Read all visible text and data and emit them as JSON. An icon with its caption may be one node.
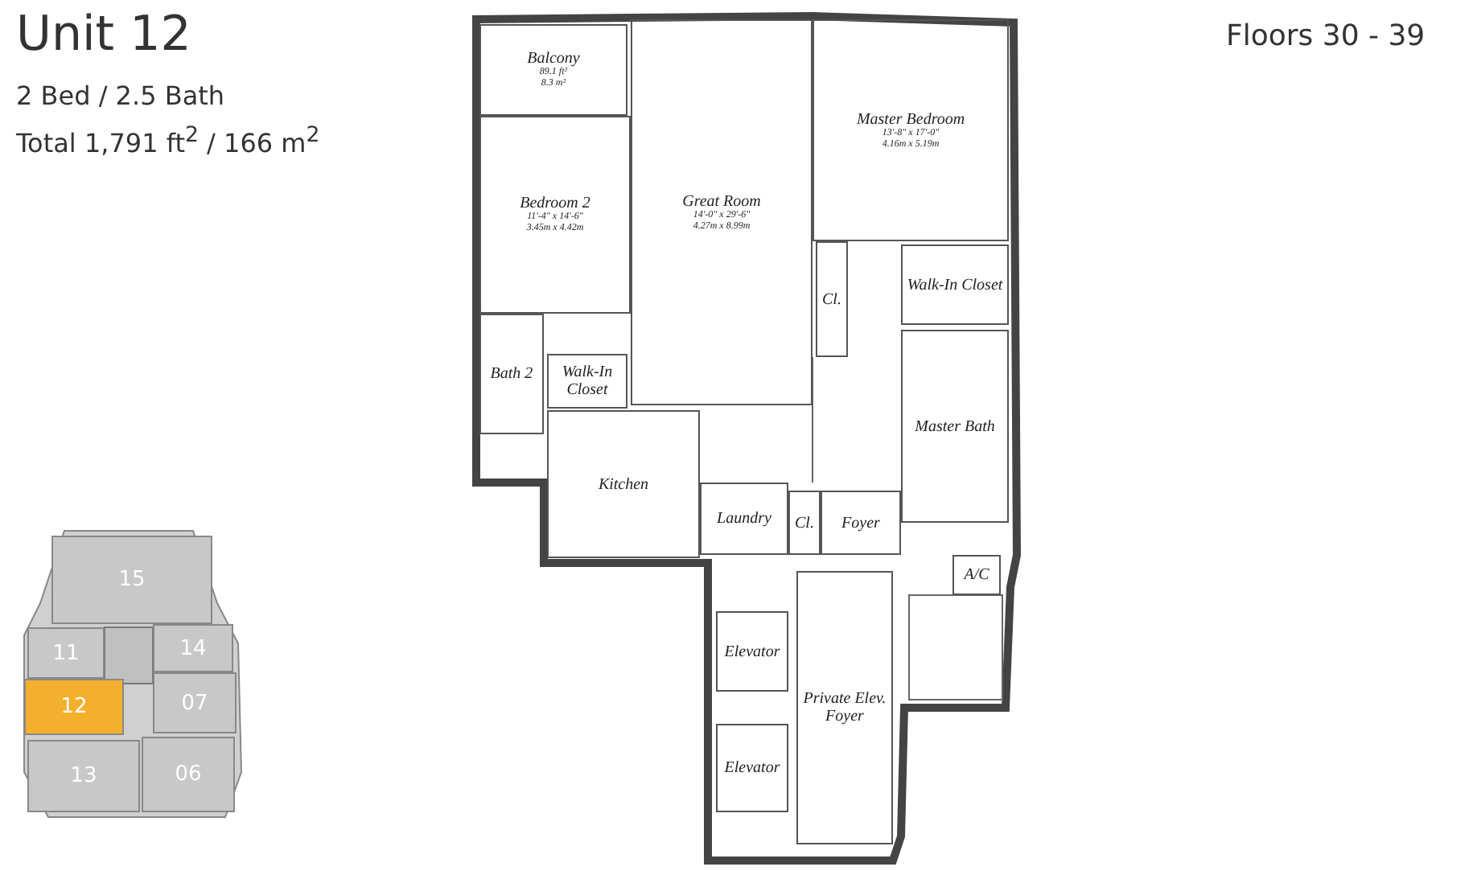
{
  "diagram": {
    "title": "Unit 12",
    "nodes": [
      {
        "text": [
          "Balcony",
          "89.1 ft²",
          "8.3 m²"
        ]
      },
      {
        "text": [
          "Bedroom 2",
          "11'-4\" x 14'-6\"",
          "3.45m x 4.42m"
        ]
      },
      {
        "text": [
          "Great Room",
          "14'-0\" x 29'-6\"",
          "4.27m x 8.99m"
        ]
      },
      {
        "text": [
          "Master Bedroom",
          "13'-8\" x 17'-0\"",
          "4.16m x 5.19m"
        ]
      },
      {
        "text": [
          "Cl."
        ]
      },
      {
        "text": [
          "Walk-In Closet"
        ]
      },
      {
        "text": [
          "Bath 2"
        ]
      },
      {
        "text": [
          "Walk-In Closet"
        ]
      },
      {
        "text": [
          "Master Bath"
        ]
      },
      {
        "text": [
          "Kitchen"
        ]
      },
      {
        "text": [
          "Laundry"
        ]
      },
      {
        "text": [
          "Cl."
        ]
      },
      {
        "text": [
          "Foyer"
        ]
      },
      {
        "text": [
          "A/C"
        ]
      },
      {
        "text": [
          "Elevator"
        ]
      },
      {
        "text": [
          "Private Elev. Foyer"
        ]
      },
      {
        "text": [
          "Elevator"
        ]
      },
      {
        "text": [
          "15"
        ]
      },
      {
        "text": [
          "11"
        ]
      },
      {
        "text": [
          "14"
        ]
      },
      {
        "text": [
          "12"
        ]
      },
      {
        "text": [
          "07"
        ]
      },
      {
        "text": [
          "13"
        ]
      },
      {
        "text": [
          "06"
        ]
      }
    ],
    "edges": [],
    "labels": [
      "2 Bed / 2.5 Bath",
      "Total 1,791 ft$^{2}$ / 166 m$^{2}$",
      "Floors 30 - 39"
    ]
  }
}
